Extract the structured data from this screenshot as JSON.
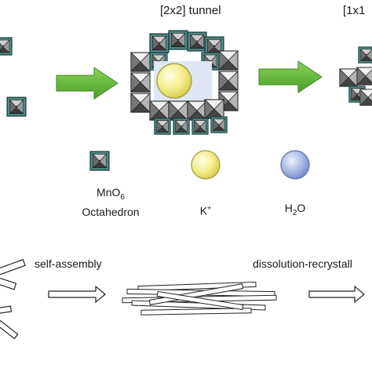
{
  "titles": {
    "tunnel_2x2": "[2x2] tunnel",
    "tunnel_1x1": "[1x1"
  },
  "legend": {
    "octahedron_formula": "MnO",
    "octahedron_subscript": "6",
    "octahedron_name": "Octahedron",
    "k_ion": "K",
    "k_charge": "+",
    "water_h": "H",
    "water_sub": "2",
    "water_o": "O"
  },
  "process": {
    "step1": "self-assembly",
    "step2": "dissolution-recrystall"
  },
  "colors": {
    "octahedron_teal": "#4e8c8a",
    "octahedron_dark": "#404040",
    "octahedron_light": "#cfcfcf",
    "green_arrow": "#5cb531",
    "k_ion": "#f4ee8c",
    "water": "#aab8e4"
  }
}
